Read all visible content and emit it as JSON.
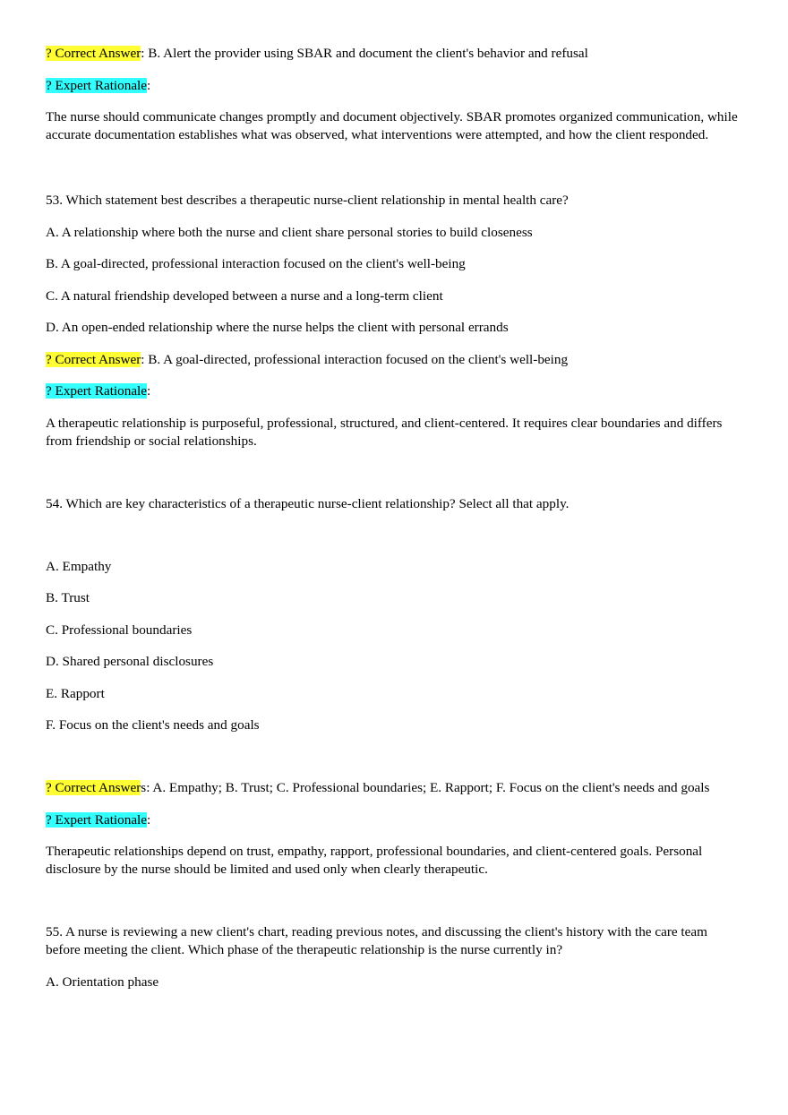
{
  "block1": {
    "answer_label": "? Correct Answer",
    "answer_text": ": B. Alert the provider using SBAR and document the client's behavior and refusal",
    "rationale_label": "? Expert Rationale",
    "rationale_colon": ":",
    "rationale_text": "The nurse should communicate changes promptly and document objectively. SBAR promotes organized communication, while accurate documentation establishes what was observed, what interventions were attempted, and how the client responded."
  },
  "q53": {
    "question": "53. Which statement best describes a therapeutic nurse-client relationship in mental health care?",
    "options": [
      "A. A relationship where both the nurse and client share personal stories to build closeness",
      "B. A goal-directed, professional interaction focused on the client's well-being",
      "C. A natural friendship developed between a nurse and a long-term client",
      "D. An open-ended relationship where the nurse helps the client with personal errands"
    ],
    "answer_label": "? Correct Answer",
    "answer_text": ": B. A goal-directed, professional interaction focused on the client's well-being",
    "rationale_label": "? Expert Rationale",
    "rationale_colon": ":",
    "rationale_text": "A therapeutic relationship is purposeful, professional, structured, and client-centered. It requires clear boundaries and differs from friendship or social relationships."
  },
  "q54": {
    "question": "54. Which are key characteristics of a therapeutic nurse-client relationship? Select all that apply.",
    "options": [
      "A. Empathy",
      "B. Trust",
      "C. Professional boundaries",
      "D. Shared personal disclosures",
      "E. Rapport",
      "F. Focus on the client's needs and goals"
    ],
    "answer_label": "? Correct Answer",
    "answer_suffix_text": "s: A. Empathy; B. Trust; C. Professional boundaries; E. Rapport; F. Focus on the client's needs and goals",
    "rationale_label": "? Expert Rationale",
    "rationale_colon": ":",
    "rationale_text": "Therapeutic relationships depend on trust, empathy, rapport, professional boundaries, and client-centered goals. Personal disclosure by the nurse should be limited and used only when clearly therapeutic."
  },
  "q55": {
    "question": "55. A nurse is reviewing a new client's chart, reading previous notes, and discussing the client's history with the care team before meeting the client. Which phase of the therapeutic relationship is the nurse currently in?",
    "options": [
      "A. Orientation phase"
    ]
  },
  "colors": {
    "answer_highlight": "#ffff33",
    "rationale_highlight": "#33ffff"
  }
}
